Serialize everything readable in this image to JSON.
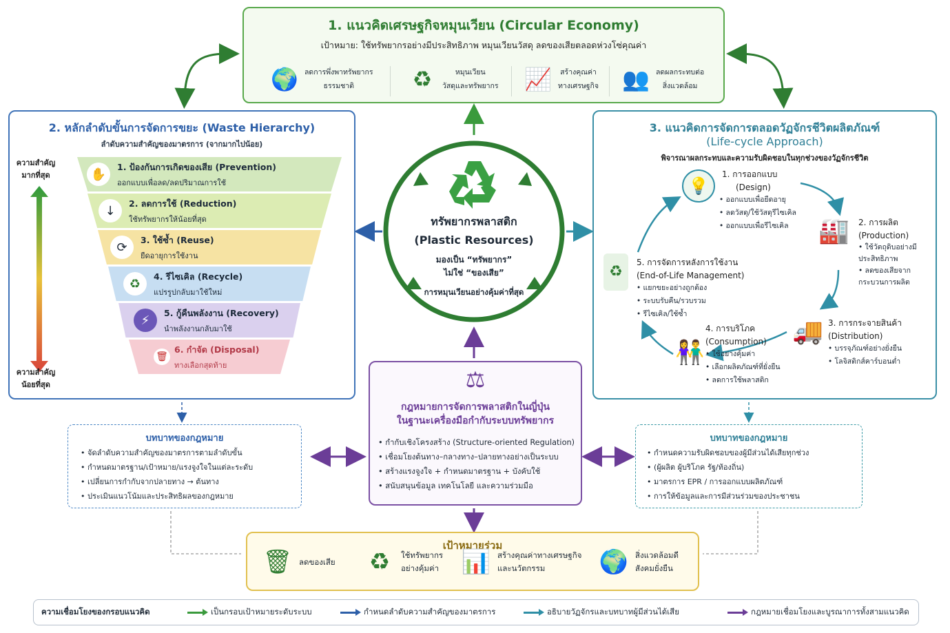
{
  "circular_economy": {
    "title": "1. แนวคิดเศรษฐกิจหมุนเวียน (Circular Economy)",
    "goal": "เป้าหมาย: ใช้ทรัพยากรอย่างมีประสิทธิภาพ หมุนเวียนวัสดุ ลดของเสียตลอดห่วงโซ่คุณค่า",
    "items": [
      {
        "icon": "globe-leaf-icon",
        "line1": "ลดการพึ่งพาทรัพยากร",
        "line2": "ธรรมชาติ"
      },
      {
        "icon": "recycle-arrows-icon",
        "line1": "หมุนเวียน",
        "line2": "วัสดุและทรัพยากร"
      },
      {
        "icon": "growth-chart-icon",
        "line1": "สร้างคุณค่า",
        "line2": "ทางเศรษฐกิจ"
      },
      {
        "icon": "people-earth-icon",
        "line1": "ลดผลกระทบต่อ",
        "line2": "สิ่งแวดล้อม"
      }
    ]
  },
  "waste_hierarchy": {
    "title": "2. หลักลำดับขั้นการจัดการขยะ (Waste Hierarchy)",
    "subtitle": "ลำดับความสำคัญของมาตรการ (จากมากไปน้อย)",
    "top_label_1": "ความสำคัญ",
    "top_label_2": "มากที่สุด",
    "bottom_label_1": "ความสำคัญ",
    "bottom_label_2": "น้อยที่สุด",
    "levels": [
      {
        "title": "1. ป้องกันการเกิดของเสีย (Prevention)",
        "desc": "ออกแบบเพื่อลด/ลดปริมาณการใช้",
        "color": "#cfe6b8",
        "icon": "hand-stop-icon"
      },
      {
        "title": "2. ลดการใช้ (Reduction)",
        "desc": "ใช้ทรัพยากรให้น้อยที่สุด",
        "color": "#d9ebb0",
        "icon": "down-arrow-icon"
      },
      {
        "title": "3. ใช้ซ้ำ (Reuse)",
        "desc": "ยืดอายุการใช้งาน",
        "color": "#f7e2a0",
        "icon": "reuse-icon"
      },
      {
        "title": "4. รีไซเคิล (Recycle)",
        "desc": "แปรรูปกลับมาใช้ใหม่",
        "color": "#c4ddf2",
        "icon": "recycle-icon"
      },
      {
        "title": "5. กู้คืนพลังงาน (Recovery)",
        "desc": "นำพลังงานกลับมาใช้",
        "color": "#d8cdee",
        "icon": "lightning-icon"
      },
      {
        "title": "6. กำจัด (Disposal)",
        "desc": "ทางเลือกสุดท้าย",
        "color": "#f6c9cf",
        "icon": "trash-icon"
      }
    ]
  },
  "center": {
    "title_1": "ทรัพยากรพลาสติก",
    "title_2": "(Plastic Resources)",
    "line_1": "มองเป็น “ทรัพยากร”",
    "line_2": "ไม่ใช่ “ของเสีย”",
    "line_3": "การหมุนเวียนอย่างคุ้มค่าที่สุด"
  },
  "life_cycle": {
    "title_1": "3. แนวคิดการจัดการตลอดวัฏจักรชีวิตผลิตภัณฑ์",
    "title_2": "(Life-cycle Approach)",
    "subtitle": "พิจารณาผลกระทบและความรับผิดชอบในทุกช่วงของวัฏจักรชีวิต",
    "stages": [
      {
        "title": "1. การออกแบบ",
        "sub": "(Design)",
        "items": [
          "ออกแบบเพื่อยืดอายุ",
          "ลดวัสดุ/ใช้วัสดุรีไซเคิล",
          "ออกแบบเพื่อรีไซเคิล"
        ],
        "icon": "lightbulb-leaf-icon"
      },
      {
        "title": "2. การผลิต",
        "sub": "(Production)",
        "items": [
          "ใช้วัตถุดิบอย่างมีประสิทธิภาพ",
          "ลดของเสียจากกระบวนการผลิต"
        ],
        "icon": "factory-icon"
      },
      {
        "title": "3. การกระจายสินค้า",
        "sub": "(Distribution)",
        "items": [
          "บรรจุภัณฑ์อย่างยั่งยืน",
          "โลจิสติกส์คาร์บอนต่ำ"
        ],
        "icon": "truck-icon"
      },
      {
        "title": "4. การบริโภค",
        "sub": "(Consumption)",
        "items": [
          "ใช้อย่างคุ้มค่า",
          "เลือกผลิตภัณฑ์ที่ยั่งยืน",
          "ลดการใช้พลาสติก"
        ],
        "icon": "consumers-icon"
      },
      {
        "title": "5. การจัดการหลังการใช้งาน",
        "sub": "(End-of-Life Management)",
        "items": [
          "แยกขยะอย่างถูกต้อง",
          "ระบบรับคืน/รวบรวม",
          "รีไซเคิล/ใช้ซ้ำ"
        ],
        "icon": "recycle-bin-icon"
      }
    ]
  },
  "law": {
    "title_1": "กฎหมายการจัดการพลาสติกในญี่ปุ่น",
    "title_2": "ในฐานะเครื่องมือกำกับระบบทรัพยากร",
    "items": [
      "กำกับเชิงโครงสร้าง (Structure-oriented Regulation)",
      "เชื่อมโยงต้นทาง–กลางทาง–ปลายทางอย่างเป็นระบบ",
      "สร้างแรงจูงใจ + กำหนดมาตรฐาน + บังคับใช้",
      "สนับสนุนข้อมูล เทคโนโลยี และความร่วมมือ"
    ]
  },
  "role_left": {
    "title": "บทบาทของกฎหมาย",
    "items": [
      "จัดลำดับความสำคัญของมาตรการตามลำดับขั้น",
      "กำหนดมาตรฐาน/เป้าหมาย/แรงจูงใจในแต่ละระดับ",
      "เปลี่ยนการกำกับจากปลายทาง → ต้นทาง",
      "ประเมินแนวโน้มและประสิทธิผลของกฎหมาย"
    ]
  },
  "role_right": {
    "title": "บทบาทของกฎหมาย",
    "items": [
      "กำหนดความรับผิดชอบของผู้มีส่วนได้เสียทุกช่วง",
      "(ผู้ผลิต ผู้บริโภค รัฐ/ท้องถิ่น)",
      "มาตรการ EPR / การออกแบบผลิตภัณฑ์",
      "การให้ข้อมูลและการมีส่วนร่วมของประชาชน"
    ]
  },
  "shared_goal": {
    "title": "เป้าหมายร่วม",
    "items": [
      {
        "icon": "trash-bin-icon",
        "line1": "ลดของเสีย",
        "line2": ""
      },
      {
        "icon": "recycle-leaf-icon",
        "line1": "ใช้ทรัพยากร",
        "line2": "อย่างคุ้มค่า"
      },
      {
        "icon": "bar-growth-icon",
        "line1": "สร้างคุณค่าทางเศรษฐกิจ",
        "line2": "และนวัตกรรม"
      },
      {
        "icon": "globe-hands-icon",
        "line1": "สิ่งแวดล้อมดี",
        "line2": "สังคมยั่งยืน"
      }
    ]
  },
  "legend": {
    "title": "ความเชื่อมโยงของกรอบแนวคิด",
    "items": [
      {
        "label": "เป็นกรอบเป้าหมายระดับระบบ",
        "color": "#3a9a3c"
      },
      {
        "label": "กำหนดลำดับความสำคัญของมาตรการ",
        "color": "#2d5fa8"
      },
      {
        "label": "อธิบายวัฏจักรและบทบาทผู้มีส่วนได้เสีย",
        "color": "#2f8fa6"
      },
      {
        "label": "กฎหมายเชื่อมโยงและบูรณาการทั้งสามแนวคิด",
        "color": "#6b3d97"
      }
    ]
  }
}
